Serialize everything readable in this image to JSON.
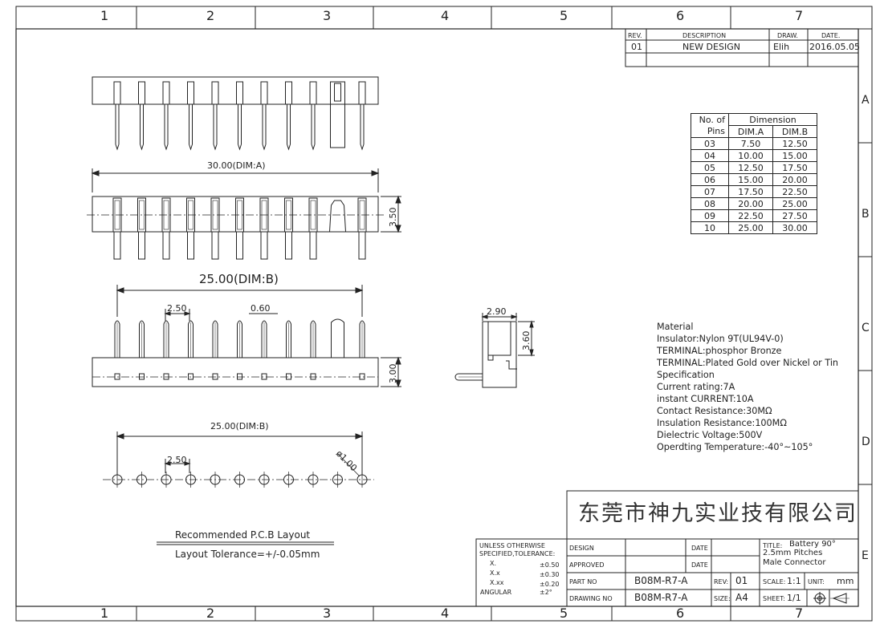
{
  "frame": {
    "columns": [
      "1",
      "2",
      "3",
      "4",
      "5",
      "6",
      "7"
    ],
    "rows": [
      "A",
      "B",
      "C",
      "D",
      "E"
    ]
  },
  "revision": {
    "headers": [
      "REV.",
      "DESCRIPTION",
      "DRAW.",
      "DATE."
    ],
    "row": [
      "01",
      "NEW DESIGN",
      "Elih",
      "2016.05.05"
    ]
  },
  "dimension_table": {
    "col_pins": [
      "No. of",
      "Pins"
    ],
    "col_dimension": "Dimension",
    "col_a": "DIM.A",
    "col_b": "DIM.B",
    "rows": [
      [
        "03",
        "7.50",
        "12.50"
      ],
      [
        "04",
        "10.00",
        "15.00"
      ],
      [
        "05",
        "12.50",
        "17.50"
      ],
      [
        "06",
        "15.00",
        "20.00"
      ],
      [
        "07",
        "17.50",
        "22.50"
      ],
      [
        "08",
        "20.00",
        "25.00"
      ],
      [
        "09",
        "22.50",
        "27.50"
      ],
      [
        "10",
        "25.00",
        "30.00"
      ]
    ]
  },
  "dims": {
    "dim_a": "30.00(DIM:A)",
    "dim_b_big": "25.00(DIM:B)",
    "dim_b_small": "25.00(DIM:B)",
    "pitch_1": "2.50",
    "pin_width": "0.60",
    "height_350": "3.50",
    "height_300": "3.00",
    "side_290": "2.90",
    "side_360": "3.60",
    "pcb_pitch": "2.50",
    "hole": "ø1.00"
  },
  "pcb": {
    "title": "Recommended P.C.B Layout",
    "tolerance": "Layout Tolerance=+/-0.05mm"
  },
  "material": [
    "Material",
    "Insulator:Nylon 9T(UL94V-0)",
    "TERMINAL:phosphor Bronze",
    "TERMINAL:Plated Gold over Nickel or Tin",
    "Specification",
    "Current rating:7A",
    "instant CURRENT:10A",
    "Contact Resistance:30MΩ",
    "Insulation Resistance:100MΩ",
    "Dielectric Voltage:500V",
    "Operdting Temperature:-40°~105°"
  ],
  "title_block": {
    "company": "东莞市神九实业技有限公司",
    "tol_head_1": "UNLESS OTHERWISE",
    "tol_head_2": "SPECIFIED,TOLERANCE:",
    "tol_rows": [
      [
        "X.",
        "±0.50"
      ],
      [
        "X.x",
        "±0.30"
      ],
      [
        "X.xx",
        "±0.20"
      ],
      [
        "ANGULAR",
        "±2°"
      ]
    ],
    "design": "DESIGN",
    "approved": "APPROVED",
    "date_label": "DATE",
    "part_no_label": "PART NO",
    "part_no": "B08M-R7-A",
    "drawing_no_label": "DRAWING NO",
    "drawing_no": "B08M-R7-A",
    "rev_label": "REV:",
    "rev": "01",
    "size_label": "SIZE:",
    "size": "A4",
    "title_label": "TITLE:",
    "title_1": "Battery 90°",
    "title_2": "2.5mm Pitches",
    "title_3": "Male Connector",
    "scale_label": "SCALE:",
    "scale": "1:1",
    "unit_label": "UNIT:",
    "unit": "mm",
    "sheet_label": "SHEET:",
    "sheet": "1/1"
  }
}
